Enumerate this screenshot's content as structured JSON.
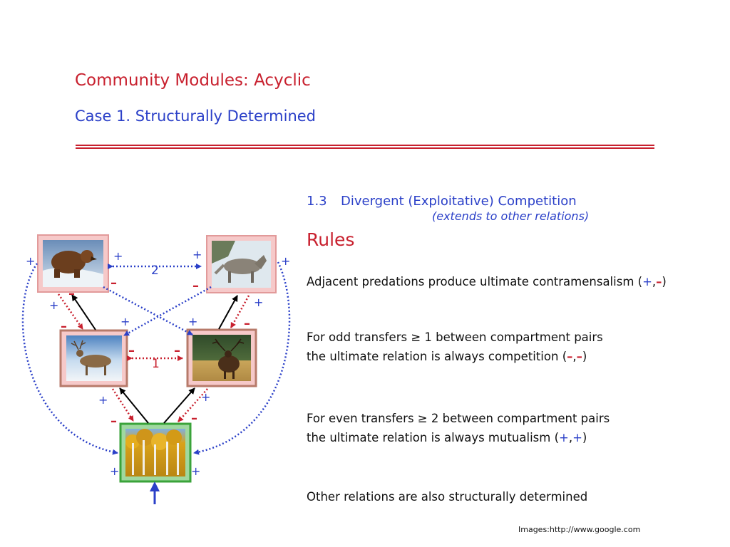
{
  "header": {
    "title": "Community Modules: Acyclic",
    "subtitle": "Case 1. Structurally Determined"
  },
  "section": {
    "number": "1.3",
    "title": "Divergent (Exploitative) Competition",
    "note": "(extends to other relations)"
  },
  "rules": {
    "heading": "Rules",
    "items": [
      {
        "line1_pre": "Adjacent predations produce ultimate contramensalism (",
        "sign1": "+",
        "sep": ",",
        "sign2": "–",
        "post": ")"
      },
      {
        "line1": "For odd transfers ≥ 1 between compartment pairs",
        "line2_pre": "the ultimate relation is always competition (",
        "sign1": "–",
        "sep": ",",
        "sign2": "–",
        "post": ")"
      },
      {
        "line1": "For even transfers ≥ 2 between compartment pairs",
        "line2_pre": "the ultimate relation is always mutualism (",
        "sign1": "+",
        "sep": ",",
        "sign2": "+",
        "post": ")"
      },
      {
        "line1": "Other relations are also structurally determined"
      }
    ]
  },
  "diagram": {
    "nodes": [
      "bear",
      "wolf",
      "deer",
      "elk",
      "aspen-trees"
    ],
    "pair_labels": {
      "top": "2",
      "middle": "1"
    },
    "signs": {
      "plus": "+",
      "minus": "–"
    },
    "colors": {
      "positive": "#2b40c8",
      "negative": "#c8202e",
      "predation": "#000000",
      "basal_frame": "#3aa33a",
      "consumer_frame": "#e8a0a0"
    }
  },
  "credit": "Images:http://www.google.com"
}
